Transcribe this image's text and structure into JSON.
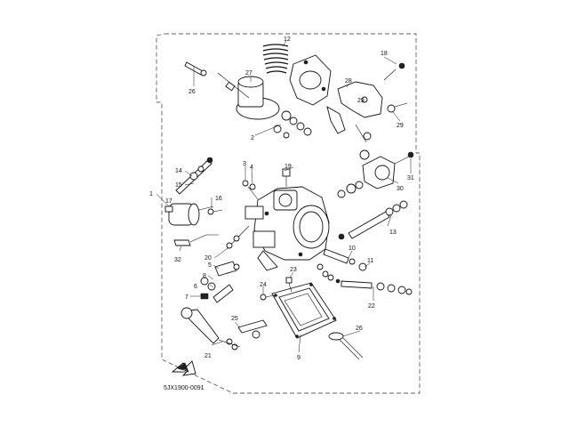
{
  "diagram": {
    "catalog_code": "5JX1900-0091",
    "fwd_label": "FWD",
    "callouts": {
      "c1": "1",
      "c2": "2",
      "c3": "3",
      "c4": "4",
      "c5": "5",
      "c6": "6",
      "c7": "7",
      "c8": "8",
      "c9": "9",
      "c10": "10",
      "c11": "11",
      "c12": "12",
      "c13": "13",
      "c14": "14",
      "c15": "15",
      "c16": "16",
      "c17": "17",
      "c18": "18",
      "c19": "19",
      "c20": "20",
      "c21": "21",
      "c22": "22",
      "c23": "23",
      "c24": "24",
      "c25": "25",
      "c26a": "26",
      "c26b": "26",
      "c27": "27",
      "c28": "28",
      "c29a": "29",
      "c29b": "29",
      "c30": "30",
      "c31": "31",
      "c32": "32"
    }
  }
}
